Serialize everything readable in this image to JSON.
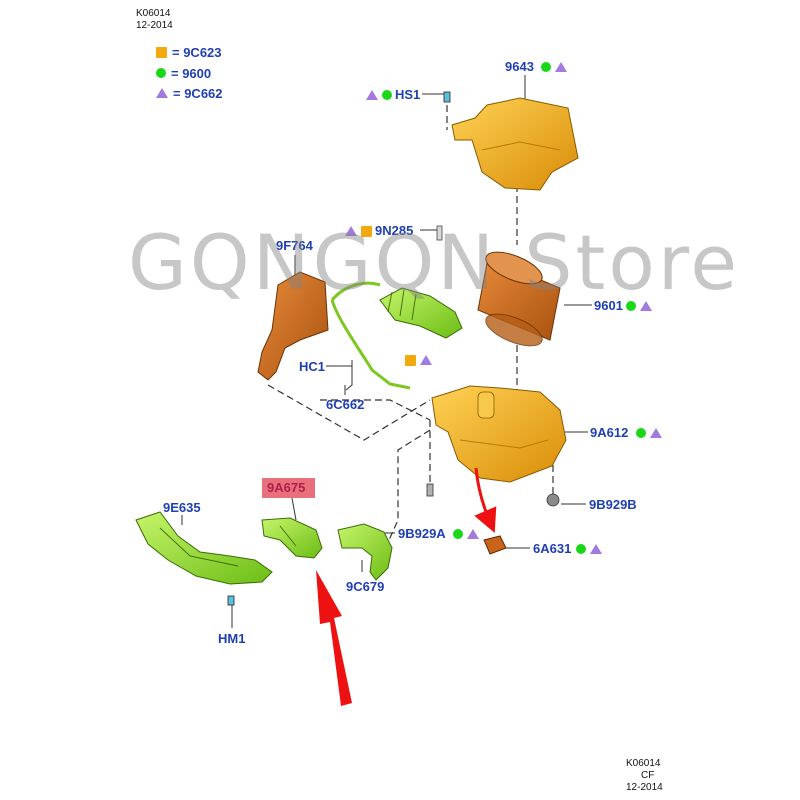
{
  "header": {
    "code": "K06014",
    "date": "12-2014"
  },
  "footer": {
    "code": "K06014",
    "variant": "CF",
    "date": "12-2014"
  },
  "legend": [
    {
      "symbol": "square",
      "text": "= 9C623"
    },
    {
      "symbol": "circle",
      "text": "= 9600"
    },
    {
      "symbol": "triangle",
      "text": "= 9C662"
    }
  ],
  "parts": {
    "p9643": "9643",
    "hs1": "HS1",
    "p9n285": "9N285",
    "p9f764": "9F764",
    "p9601": "9601",
    "hc1": "HC1",
    "p6c662": "6C662",
    "p9a612": "9A612",
    "p9b929b": "9B929B",
    "p9a675": "9A675",
    "p9e635": "9E635",
    "p9b929a": "9B929A",
    "p6a631": "6A631",
    "p9c679": "9C679",
    "hm1": "HM1"
  },
  "watermark": "GQNGQN Store",
  "colors": {
    "label_blue": "#1f3fb5",
    "legend_square": "#f1a90f",
    "legend_circle": "#18d818",
    "legend_triangle": "#a27be0",
    "highlight_fill": "#e8707c",
    "highlight_text": "#b11f49",
    "arrow_red": "#ee1111",
    "part_yellow": "#f3b21e",
    "part_orange": "#d8741c",
    "part_green": "#95e02c"
  }
}
